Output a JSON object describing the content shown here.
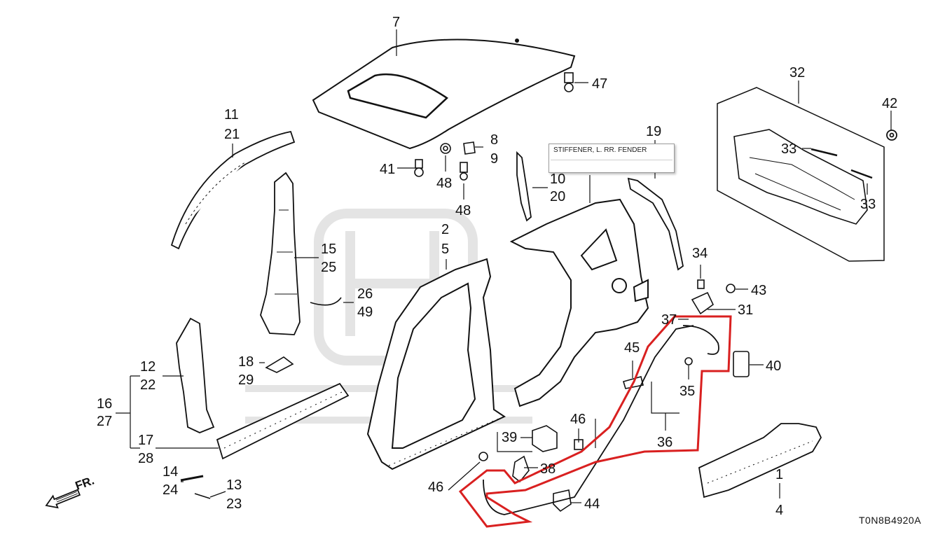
{
  "tooltip": {
    "text": "STIFFENER, L. RR. FENDER"
  },
  "diagram_code": "T0N8B4920A",
  "direction_label": "FR.",
  "highlight_color": "#d92020",
  "callouts": {
    "c7": "7",
    "c47": "47",
    "c32": "32",
    "c42": "42",
    "c33a": "33",
    "c33b": "33",
    "c11": "11",
    "c21": "21",
    "c41": "41",
    "c48a": "48",
    "c48b": "48",
    "c8": "8",
    "c9": "9",
    "c19": "19",
    "c10": "10",
    "c20": "20",
    "c15": "15",
    "c25": "25",
    "c2": "2",
    "c5": "5",
    "c26": "26",
    "c49": "49",
    "c34": "34",
    "c43": "43",
    "c37": "37",
    "c31": "31",
    "c12": "12",
    "c22": "22",
    "c18": "18",
    "c29": "29",
    "c45": "45",
    "c40": "40",
    "c35": "35",
    "c16": "16",
    "c27": "27",
    "c17": "17",
    "c28": "28",
    "c46a": "46",
    "c39": "39",
    "c36": "36",
    "c38": "38",
    "c46b": "46",
    "c14": "14",
    "c24": "24",
    "c13": "13",
    "c23": "23",
    "c44": "44",
    "c1": "1",
    "c4": "4"
  }
}
